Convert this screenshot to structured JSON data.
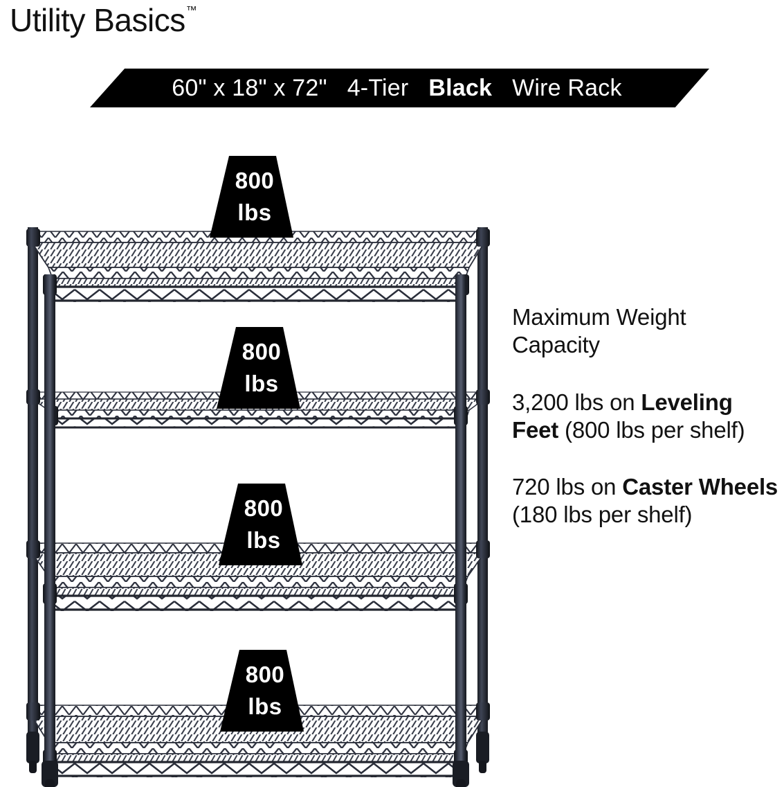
{
  "brand": {
    "name": "Utility Basics",
    "trademark": "™"
  },
  "banner": {
    "dimensions": "60\" x 18\" x 72\"",
    "tier": "4-Tier",
    "color_word": "Black",
    "product": "Wire Rack",
    "full_text": "60\" x 18\" x 72\" 4-Tier Black Wire Rack",
    "background": "#000000",
    "text_color": "#ffffff"
  },
  "info": {
    "heading": "Maximum Weight Capacity",
    "capacity_leveling": {
      "total": "3,200 lbs on ",
      "emphasis": "Leveling Feet",
      "detail": " (800 lbs per shelf)"
    },
    "capacity_caster": {
      "total": "720 lbs on ",
      "emphasis": "Caster Wheels",
      "detail": " (180 lbs per shelf)"
    }
  },
  "rack": {
    "tiers": 4,
    "wire_color": "#2a2e3a",
    "post_color": "#23262f",
    "shelf_load_badges": [
      {
        "value": "800",
        "unit": "lbs"
      },
      {
        "value": "800",
        "unit": "lbs"
      },
      {
        "value": "800",
        "unit": "lbs"
      },
      {
        "value": "800",
        "unit": "lbs"
      }
    ]
  }
}
